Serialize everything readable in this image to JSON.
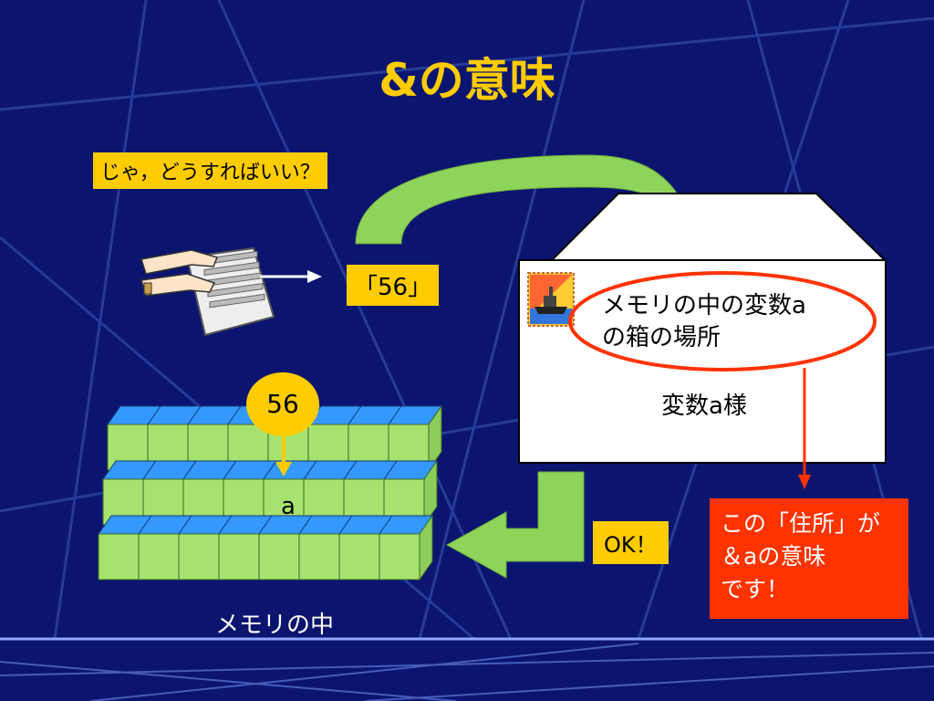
{
  "slide": {
    "title": "&の意味",
    "question_label": "じゃ，どうすればいい？",
    "input_value_label": "「56」",
    "memory_value_bubble": "56",
    "variable_cell_label": "a",
    "memory_caption": "メモリの中",
    "envelope": {
      "address_line1": "メモリの中の変数a",
      "address_line2": "の箱の場所",
      "recipient": "変数a様"
    },
    "ok_label": "OK！",
    "explanation": {
      "line1": "この「住所」が",
      "line2": "＆aの意味",
      "line3": "です！"
    }
  },
  "colors": {
    "background": "#0b1570",
    "title": "#ffcc00",
    "label_box": "#ffcc00",
    "arrow_green": "#8fd45a",
    "memory_cell": "#a6e36e",
    "memory_cell_top": "#3399ff",
    "highlight_red": "#ff3300"
  },
  "icons": [
    "keyboard-hands-icon",
    "ship-stamp-icon"
  ]
}
